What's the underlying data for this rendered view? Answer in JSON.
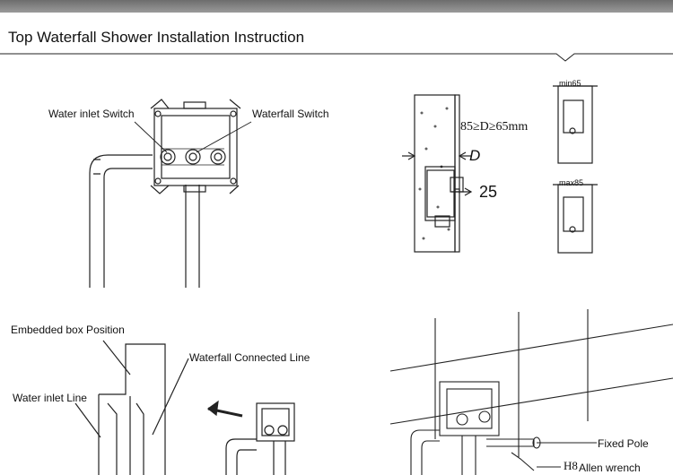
{
  "header": {
    "title": "Top Waterfall Shower Installation Instruction"
  },
  "panel_box": {
    "water_inlet_switch": "Water inlet Switch",
    "waterfall_switch": "Waterfall Switch"
  },
  "panel_depth": {
    "depth_range": "85≥D≥65mm",
    "d_label": "D",
    "dim_25": "25",
    "min_label": "min65",
    "max_label": "max85"
  },
  "panel_wall": {
    "embedded_box_position": "Embedded box Position",
    "waterfall_connected_line": "Waterfall Connected Line",
    "water_inlet_line": "Water inlet Line"
  },
  "panel_fix": {
    "fixed_pole": "Fixed Pole",
    "h8": "H8",
    "allen_wrench": "Allen wrench"
  }
}
